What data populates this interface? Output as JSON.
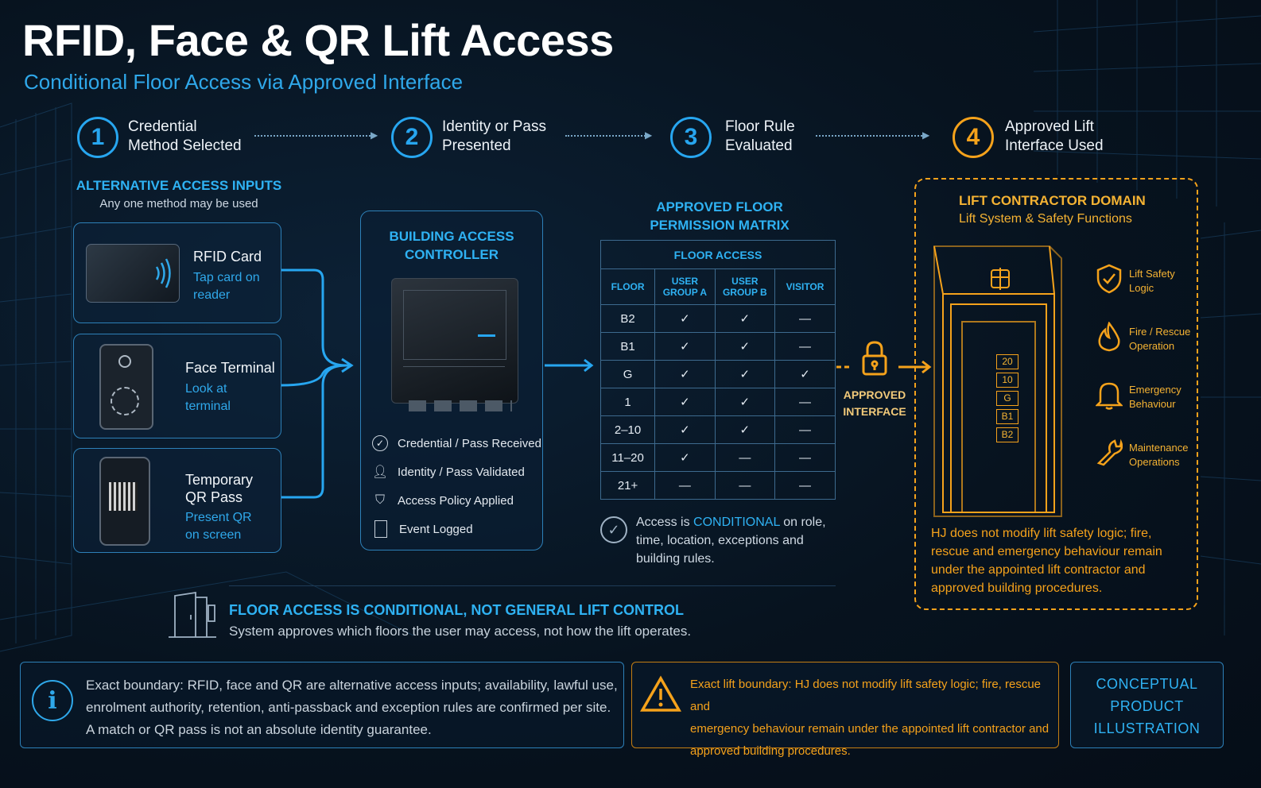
{
  "header": {
    "title": "RFID, Face & QR Lift Access",
    "subtitle": "Conditional Floor Access via Approved Interface"
  },
  "steps": [
    {
      "number": "1",
      "line1": "Credential",
      "line2": "Method Selected"
    },
    {
      "number": "2",
      "line1": "Identity or Pass",
      "line2": "Presented"
    },
    {
      "number": "3",
      "line1": "Floor Rule",
      "line2": "Evaluated"
    },
    {
      "number": "4",
      "line1": "Approved Lift",
      "line2": "Interface Used"
    }
  ],
  "inputs": {
    "heading": "ALTERNATIVE ACCESS INPUTS",
    "subheading": "Any one method may be used",
    "items": [
      {
        "title": "RFID Card",
        "sub1": "Tap card on",
        "sub2": "reader"
      },
      {
        "title": "Face Terminal",
        "sub1": "Look at",
        "sub2": "terminal"
      },
      {
        "title": "Temporary",
        "title2": "QR Pass",
        "sub1": "Present QR",
        "sub2": "on screen"
      }
    ]
  },
  "controller": {
    "heading1": "BUILDING ACCESS",
    "heading2": "CONTROLLER",
    "checks": [
      {
        "label": "Credential / Pass Received",
        "icon": "check-circle-icon"
      },
      {
        "label": "Identity / Pass Validated",
        "icon": "user-icon"
      },
      {
        "label": "Access Policy Applied",
        "icon": "shield-check-icon"
      },
      {
        "label": "Event Logged",
        "icon": "door-log-icon"
      }
    ]
  },
  "matrix": {
    "heading1": "APPROVED FLOOR",
    "heading2": "PERMISSION MATRIX",
    "group_header": "FLOOR ACCESS",
    "columns": [
      "FLOOR",
      "USER GROUP A",
      "USER GROUP B",
      "VISITOR"
    ],
    "col_lines": [
      [
        "FLOOR"
      ],
      [
        "USER",
        "GROUP A"
      ],
      [
        "USER",
        "GROUP B"
      ],
      [
        "VISITOR"
      ]
    ],
    "rows": [
      {
        "floor": "B2",
        "a": "✓",
        "b": "✓",
        "v": "—"
      },
      {
        "floor": "B1",
        "a": "✓",
        "b": "✓",
        "v": "—"
      },
      {
        "floor": "G",
        "a": "✓",
        "b": "✓",
        "v": "✓"
      },
      {
        "floor": "1",
        "a": "✓",
        "b": "✓",
        "v": "—"
      },
      {
        "floor": "2–10",
        "a": "✓",
        "b": "✓",
        "v": "—"
      },
      {
        "floor": "11–20",
        "a": "✓",
        "b": "—",
        "v": "—"
      },
      {
        "floor": "21+",
        "a": "—",
        "b": "—",
        "v": "—"
      }
    ],
    "note_pre": "Access is ",
    "note_highlight": "CONDITIONAL",
    "note_post": " on role,",
    "note_line2": "time, location, exceptions and",
    "note_line3": "building rules."
  },
  "interface": {
    "line1": "APPROVED",
    "line2": "INTERFACE"
  },
  "lift_domain": {
    "heading": "LIFT CONTRACTOR DOMAIN",
    "subheading": "Lift System & Safety Functions",
    "panel_buttons": [
      "20",
      "10",
      "G",
      "B1",
      "B2"
    ],
    "functions": [
      {
        "line1": "Lift Safety",
        "line2": "Logic",
        "icon": "shield-check-icon"
      },
      {
        "line1": "Fire / Rescue",
        "line2": "Operation",
        "icon": "flame-icon"
      },
      {
        "line1": "Emergency",
        "line2": "Behaviour",
        "icon": "bell-icon"
      },
      {
        "line1": "Maintenance",
        "line2": "Operations",
        "icon": "wrench-icon"
      }
    ],
    "note_lines": [
      "HJ does not modify lift safety logic; fire,",
      "rescue and emergency behaviour remain",
      "under the appointed lift contractor and",
      "approved building procedures."
    ]
  },
  "conditional_banner": {
    "heading": "FLOOR ACCESS IS CONDITIONAL, NOT GENERAL LIFT CONTROL",
    "text": "System approves which floors the user may access, not how the lift operates."
  },
  "footer": {
    "boundary_lines": [
      "Exact boundary: RFID, face and QR are alternative access inputs; availability, lawful use,",
      "enrolment authority, retention, anti-passback and exception rules are confirmed per site.",
      "A match or QR pass is not an absolute identity guarantee."
    ],
    "lift_boundary_lines": [
      "Exact lift boundary: HJ does not modify lift safety logic; fire, rescue and",
      "emergency behaviour remain under the appointed lift contractor and",
      "approved building procedures."
    ],
    "badge_lines": [
      "CONCEPTUAL",
      "PRODUCT",
      "ILLUSTRATION"
    ]
  },
  "colors": {
    "accent_blue": "#27a6f0",
    "accent_orange": "#f5a21b",
    "tick_green": "#4fd15a"
  }
}
